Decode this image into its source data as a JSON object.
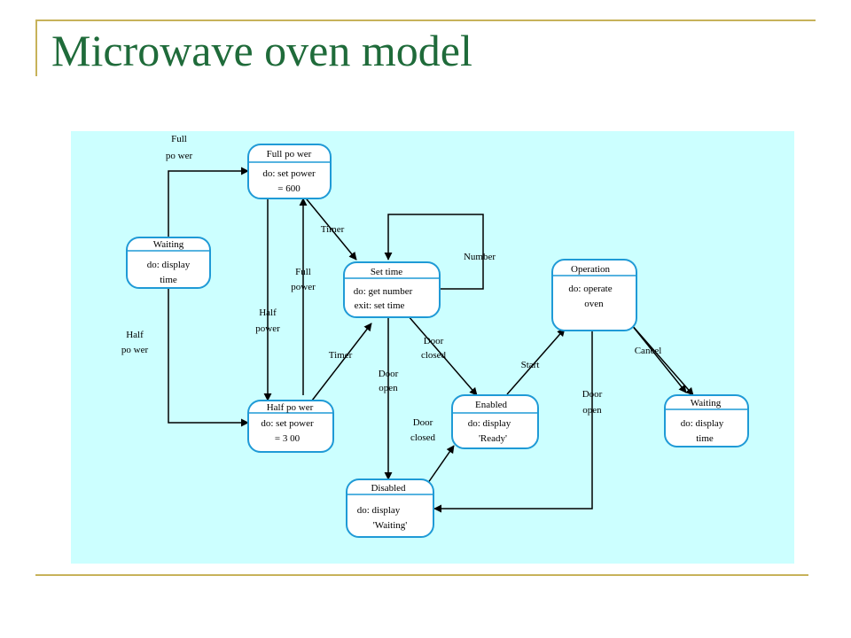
{
  "title": "Microwave oven model",
  "colors": {
    "title": "#1f6b3a",
    "rule": "#c7b25a",
    "panel": "#ccffff",
    "state_border": "#1f9ad6",
    "state_fill": "#ffffff",
    "line": "#000000"
  },
  "states": [
    {
      "id": "waiting-left",
      "name": "Waiting",
      "activity": [
        "do: display",
        "time"
      ]
    },
    {
      "id": "full-power",
      "name": "Full po wer",
      "activity": [
        "do: set power",
        "= 600"
      ]
    },
    {
      "id": "set-time",
      "name": "Set time",
      "activity": [
        "do: get number",
        "exit: set time"
      ]
    },
    {
      "id": "half-power",
      "name": "Half po wer",
      "activity": [
        "do: set power",
        "= 3 00"
      ]
    },
    {
      "id": "disabled",
      "name": "Disabled",
      "activity": [
        "do: display",
        "'Waiting'"
      ]
    },
    {
      "id": "enabled",
      "name": "Enabled",
      "activity": [
        "do: display",
        "'Ready'"
      ]
    },
    {
      "id": "operation",
      "name": "Operation",
      "activity": [
        "do: operate",
        "oven"
      ]
    },
    {
      "id": "waiting-right",
      "name": "Waiting",
      "activity": [
        "do: display",
        "time"
      ]
    }
  ],
  "transitions": {
    "full_power_top": [
      "Full",
      "po wer"
    ],
    "half_power_left": [
      "Half",
      "po wer"
    ],
    "half_power_mid": [
      "Half",
      "power"
    ],
    "full_power_mid": [
      "Full",
      "power"
    ],
    "timer_top": "Timer",
    "timer_bottom": "Timer",
    "number": "Number",
    "door_closed_settime": [
      "Door",
      "closed"
    ],
    "door_open_settime": [
      "Door",
      "open"
    ],
    "door_closed_disabled": [
      "Door",
      "closed"
    ],
    "start": "Start",
    "cancel": "Cancel",
    "door_open_operation": [
      "Door",
      "open"
    ]
  }
}
